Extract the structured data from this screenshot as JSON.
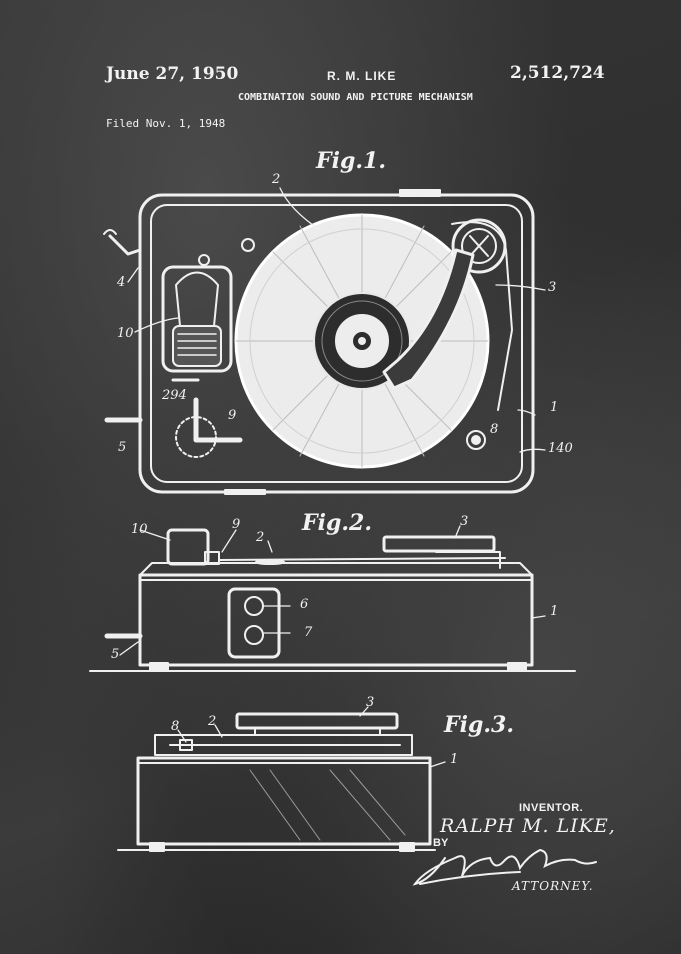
{
  "header": {
    "date": "June 27, 1950",
    "inventor_short": "R. M. LIKE",
    "patent_number": "2,512,724",
    "title": "COMBINATION SOUND AND PICTURE MECHANISM",
    "filed": "Filed Nov. 1, 1948"
  },
  "figures": {
    "fig1": "Fig.1.",
    "fig2": "Fig.2.",
    "fig3": "Fig.3."
  },
  "labels": {
    "fig1": [
      "2",
      "3",
      "4",
      "10",
      "294",
      "9",
      "5",
      "8",
      "1",
      "140"
    ],
    "fig2": [
      "10",
      "9",
      "2",
      "3",
      "6",
      "7",
      "1",
      "5"
    ],
    "fig3": [
      "8",
      "2",
      "3",
      "1"
    ]
  },
  "signature": {
    "inventor_caption": "INVENTOR.",
    "inventor_name": "RALPH M. LIKE,",
    "by": "BY",
    "signature": "J Calvin Brown",
    "attorney": "ATTORNEY."
  },
  "colors": {
    "background": "#333333",
    "ink": "#f2f2f2"
  }
}
